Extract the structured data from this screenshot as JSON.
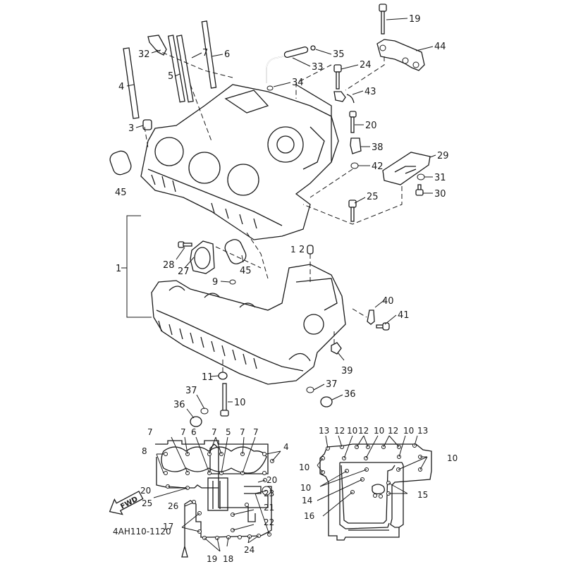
{
  "diagram": {
    "title": "Crankcase exploded parts diagram",
    "drawing_code": "4AH110-1120",
    "fwd_label": "FWD",
    "main_callouts": [
      {
        "id": "c19",
        "text": "19"
      },
      {
        "id": "c44",
        "text": "44"
      },
      {
        "id": "c35",
        "text": "35"
      },
      {
        "id": "c33",
        "text": "33"
      },
      {
        "id": "c24",
        "text": "24"
      },
      {
        "id": "c34",
        "text": "34"
      },
      {
        "id": "c43",
        "text": "43"
      },
      {
        "id": "c32",
        "text": "32"
      },
      {
        "id": "c7",
        "text": "7"
      },
      {
        "id": "c6",
        "text": "6"
      },
      {
        "id": "c5",
        "text": "5"
      },
      {
        "id": "c4",
        "text": "4"
      },
      {
        "id": "c3",
        "text": "3"
      },
      {
        "id": "c20",
        "text": "20"
      },
      {
        "id": "c38",
        "text": "38"
      },
      {
        "id": "c29",
        "text": "29"
      },
      {
        "id": "c42",
        "text": "42"
      },
      {
        "id": "c31",
        "text": "31"
      },
      {
        "id": "c30",
        "text": "30"
      },
      {
        "id": "c45a",
        "text": "45"
      },
      {
        "id": "c25",
        "text": "25"
      },
      {
        "id": "c1",
        "text": "1"
      },
      {
        "id": "c28",
        "text": "28"
      },
      {
        "id": "c27",
        "text": "27"
      },
      {
        "id": "c45b",
        "text": "45"
      },
      {
        "id": "c2",
        "text": "2"
      },
      {
        "id": "c1b",
        "text": "1"
      },
      {
        "id": "c9",
        "text": "9"
      },
      {
        "id": "c40",
        "text": "40"
      },
      {
        "id": "c41",
        "text": "41"
      },
      {
        "id": "c39",
        "text": "39"
      },
      {
        "id": "c11",
        "text": "11"
      },
      {
        "id": "c37a",
        "text": "37"
      },
      {
        "id": "c37b",
        "text": "37"
      },
      {
        "id": "c36a",
        "text": "36"
      },
      {
        "id": "c36b",
        "text": "36"
      },
      {
        "id": "c10",
        "text": "10"
      }
    ],
    "upper_case_bolt_pattern": {
      "labels": [
        "7",
        "7",
        "6",
        "7",
        "5",
        "7",
        "7",
        "8",
        "4",
        "20",
        "25",
        "26",
        "23",
        "20",
        "21",
        "17",
        "22",
        "24",
        "19",
        "18"
      ]
    },
    "lower_case_bolt_pattern": {
      "labels": [
        "13",
        "12",
        "10",
        "12",
        "10",
        "12",
        "10",
        "13",
        "10",
        "10",
        "10",
        "14",
        "16",
        "15"
      ]
    }
  }
}
